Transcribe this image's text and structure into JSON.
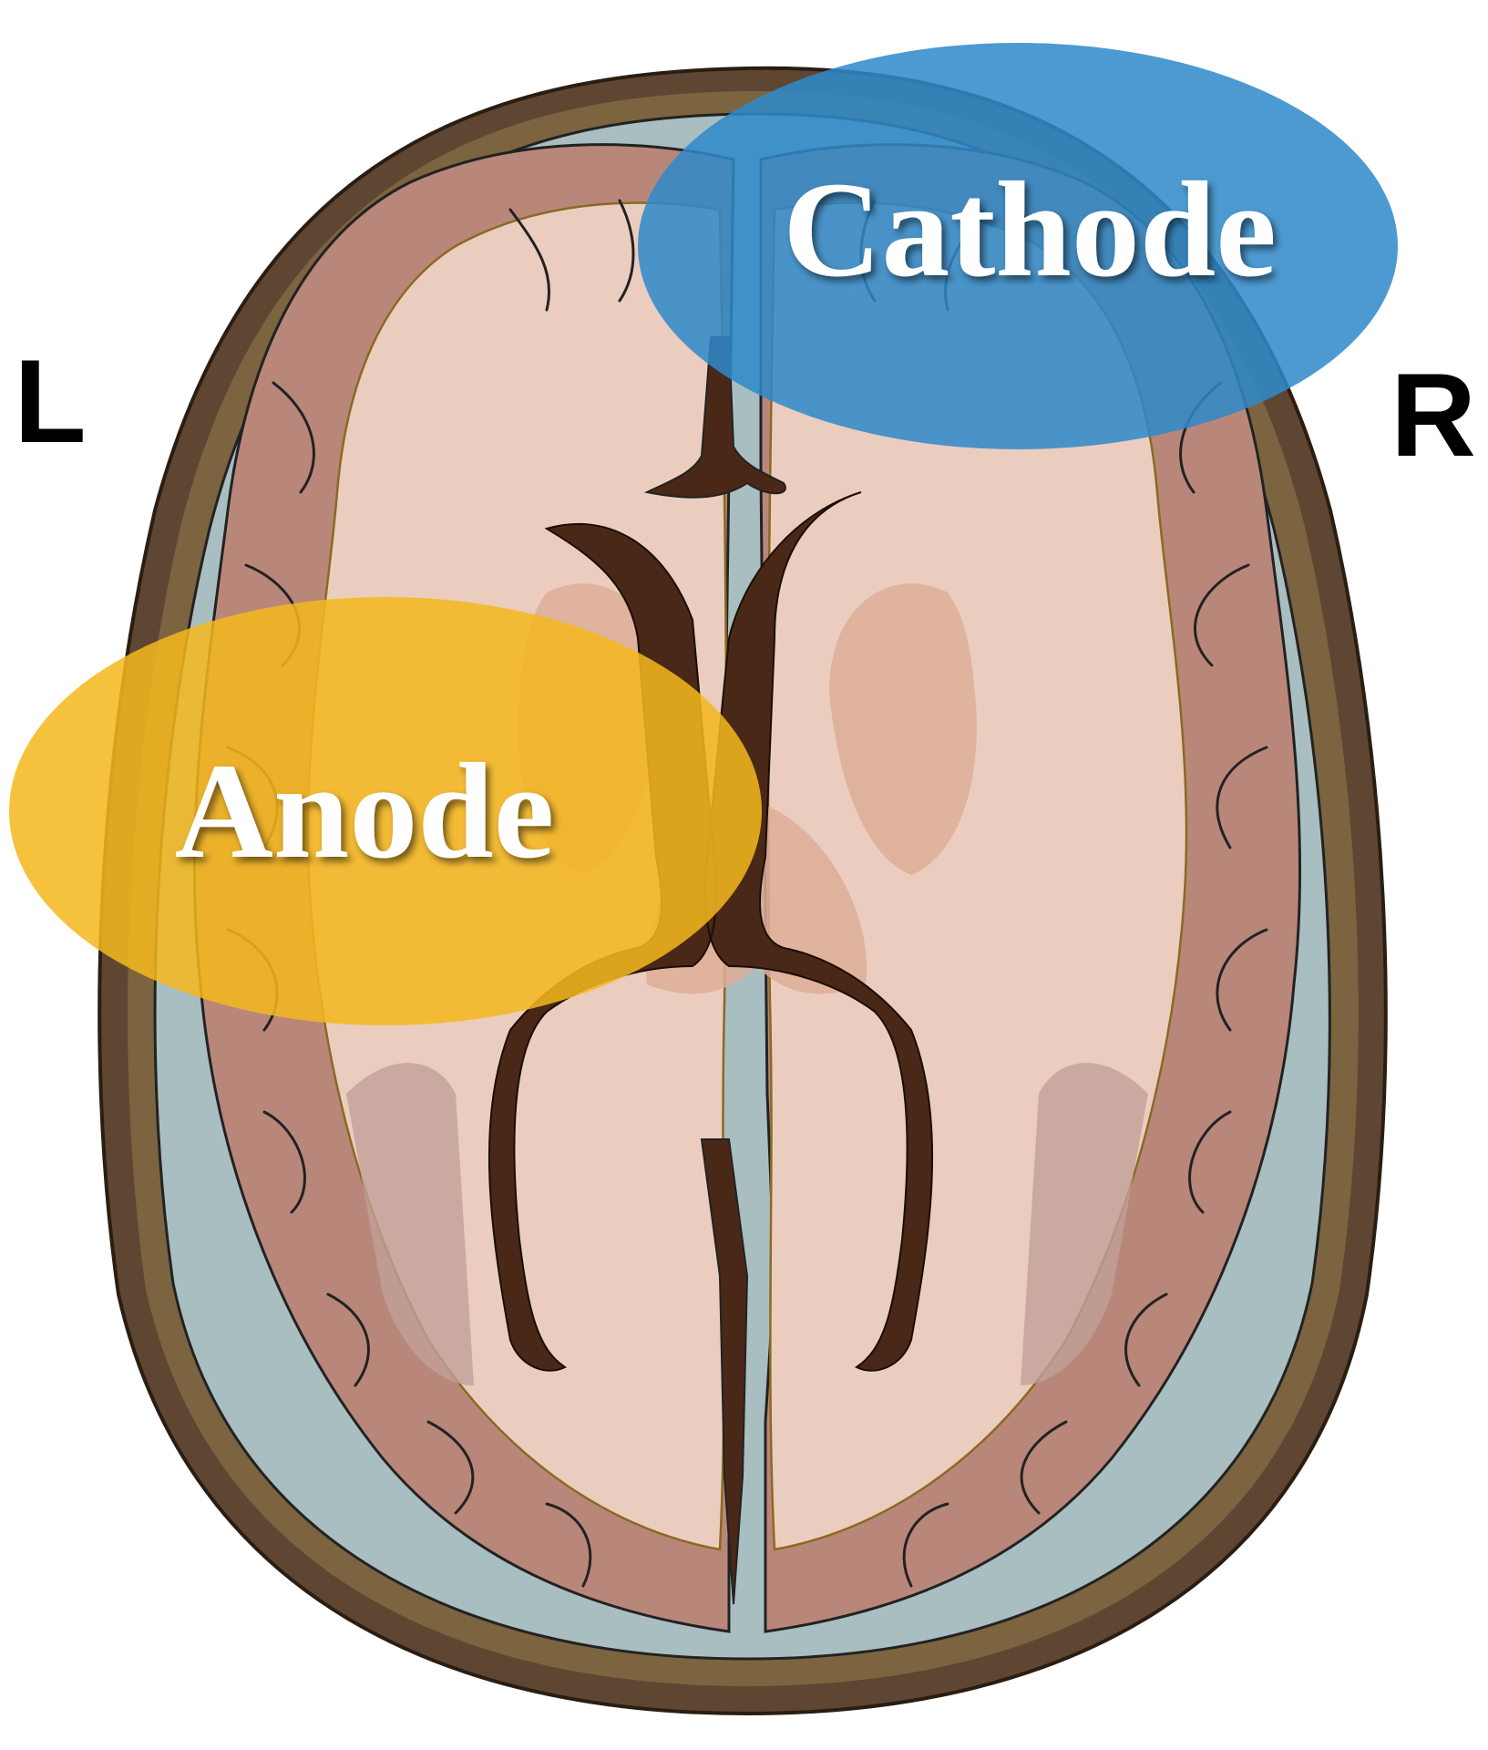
{
  "labels": {
    "left": "L",
    "right": "R"
  },
  "electrodes": {
    "anode": {
      "label": "Anode",
      "color": "#F4B81E"
    },
    "cathode": {
      "label": "Cathode",
      "color": "#2E89C9"
    }
  },
  "colors": {
    "skull_outer": "#5E4632",
    "skull_inner": "#7C6440",
    "csf": "#A9BEC0",
    "gray_matter": "#B9877A",
    "white_matter": "#EBCDBF",
    "ventricle": "#4A2817",
    "deep_nuclei": "#DDAE97"
  }
}
